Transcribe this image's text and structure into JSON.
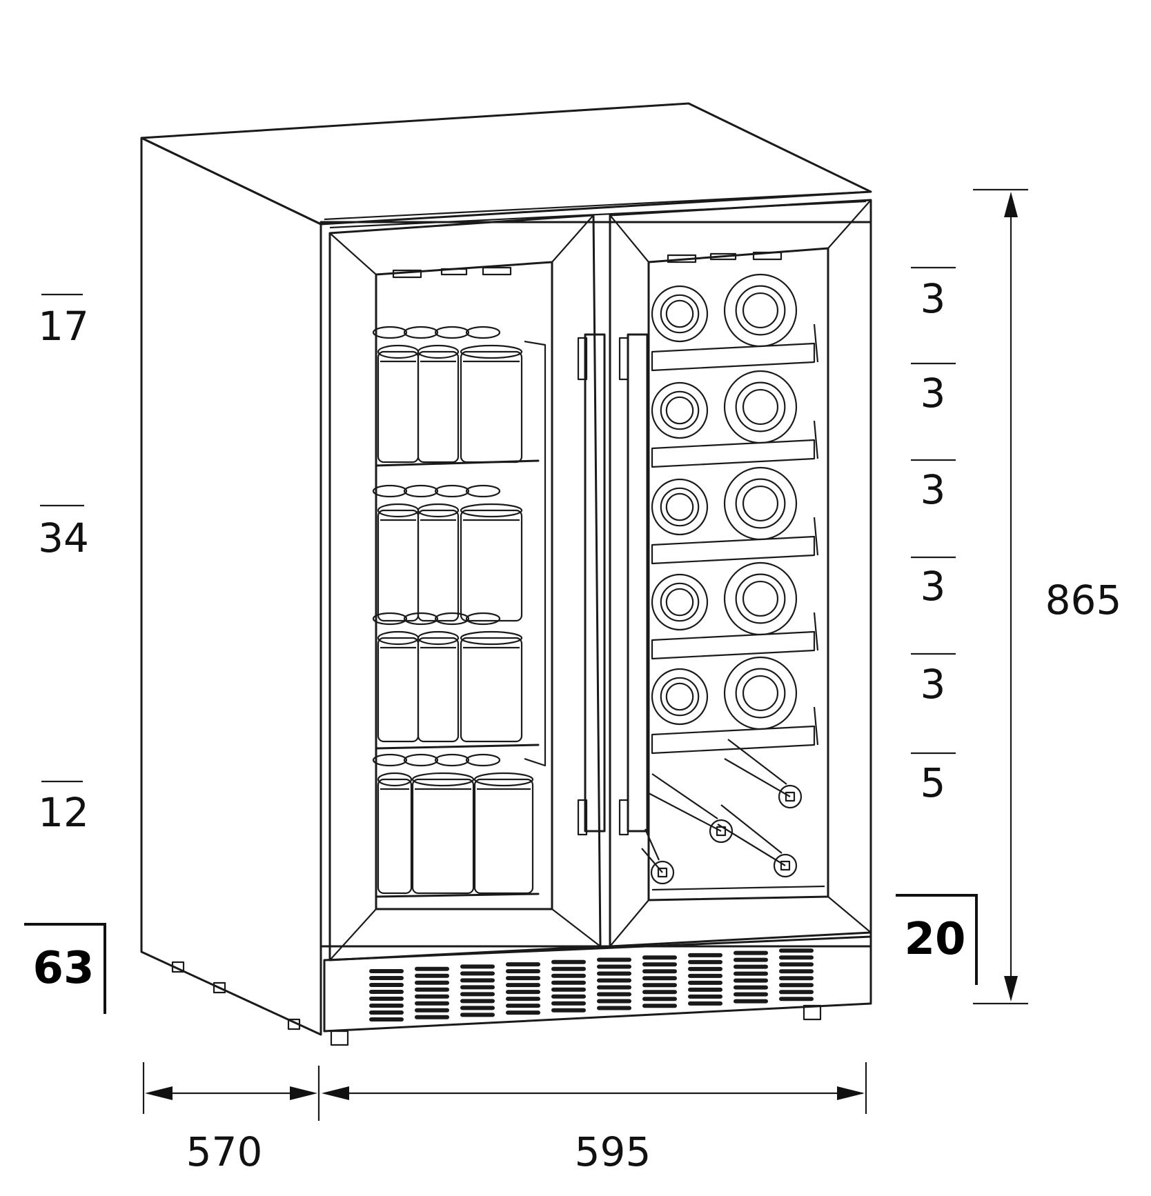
{
  "dimensions": {
    "height": "865",
    "depth": "570",
    "width": "595",
    "plinth_right": "20",
    "plinth_left": "63"
  },
  "left_column_labels": [
    {
      "value": "17",
      "name": "label-17"
    },
    {
      "value": "34",
      "name": "label-34"
    },
    {
      "value": "12",
      "name": "label-12"
    }
  ],
  "right_column_labels": [
    {
      "value": "3"
    },
    {
      "value": "3"
    },
    {
      "value": "3"
    },
    {
      "value": "3"
    },
    {
      "value": "3"
    },
    {
      "value": "5"
    }
  ]
}
